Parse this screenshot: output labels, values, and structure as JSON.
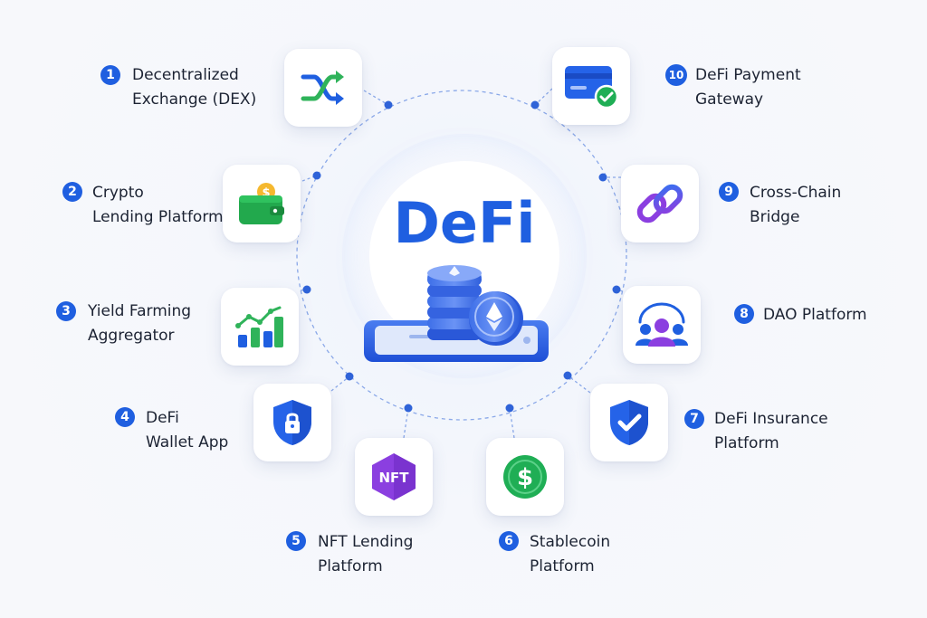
{
  "center": {
    "title": "DeFi"
  },
  "colors": {
    "accent": "#1f5fe0",
    "dashed_ring": "#8aa8e8",
    "dot": "#2f63d8"
  },
  "items": [
    {
      "number": "1",
      "line1": "Decentralized",
      "line2": "Exchange (DEX)",
      "icon": "shuffle-arrows-icon"
    },
    {
      "number": "2",
      "line1": "Crypto",
      "line2": "Lending Platform",
      "icon": "wallet-coin-icon"
    },
    {
      "number": "3",
      "line1": "Yield Farming",
      "line2": "Aggregator",
      "icon": "growth-chart-icon"
    },
    {
      "number": "4",
      "line1": "DeFi",
      "line2": "Wallet App",
      "icon": "shield-lock-icon"
    },
    {
      "number": "5",
      "line1": "NFT Lending",
      "line2": "Platform",
      "icon": "nft-hexagon-icon",
      "icon_text": "NFT"
    },
    {
      "number": "6",
      "line1": "Stablecoin",
      "line2": "Platform",
      "icon": "dollar-coin-icon"
    },
    {
      "number": "7",
      "line1": "DeFi Insurance",
      "line2": "Platform",
      "icon": "shield-check-icon"
    },
    {
      "number": "8",
      "line1": "DAO Platform",
      "line2": "",
      "icon": "community-group-icon"
    },
    {
      "number": "9",
      "line1": "Cross-Chain",
      "line2": "Bridge",
      "icon": "chain-link-icon"
    },
    {
      "number": "10",
      "line1": "DeFi Payment",
      "line2": "Gateway",
      "icon": "credit-card-check-icon"
    }
  ]
}
